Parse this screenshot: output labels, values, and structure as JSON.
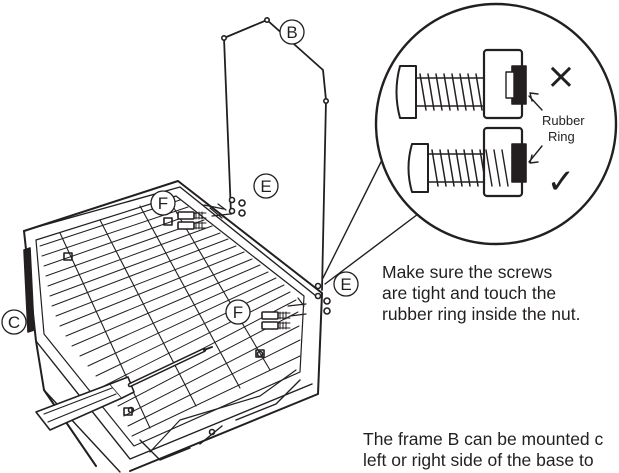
{
  "labels": {
    "frame": "B",
    "base": "C",
    "nut": "E",
    "screw": "F",
    "rubber_ring": [
      "Rubber",
      "Ring"
    ]
  },
  "detail_marks": {
    "wrong": "×",
    "correct": "✓"
  },
  "instructions": {
    "screw_tightness": [
      "Make sure the screws",
      "are tight and touch the",
      "rubber ring inside the nut."
    ],
    "mounting": [
      "The frame B can be mounted c",
      "left or right side of the base to"
    ]
  },
  "colors": {
    "line": "#231f20",
    "background": "#ffffff"
  }
}
